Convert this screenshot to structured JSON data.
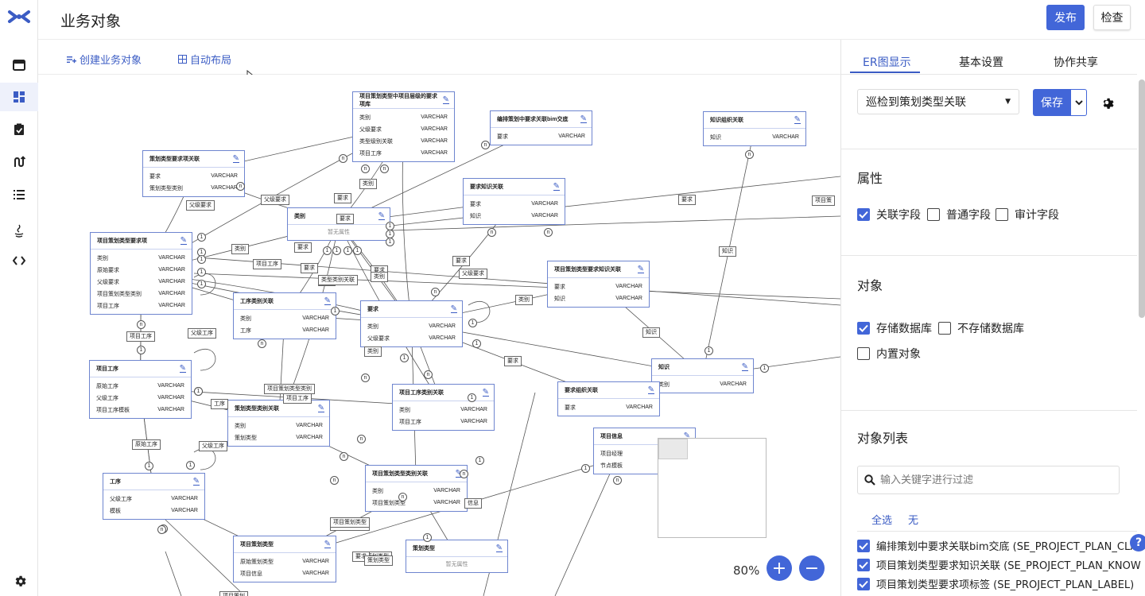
{
  "header": {
    "title": "业务对象",
    "publish_label": "发布",
    "check_label": "检查"
  },
  "toolbar": {
    "create_label": "创建业务对象",
    "layout_label": "自动布局"
  },
  "nav": [
    "table-icon",
    "dashboard-icon",
    "clipboard-check-icon",
    "route-icon",
    "list-icon",
    "java-icon",
    "code-icon",
    "settings-icon"
  ],
  "colors": {
    "accent": "#4266d8",
    "node_border": "#6e85cf"
  },
  "canvas": {
    "zoom": "80%",
    "empty_text": "暂无属性",
    "nodes": [
      {
        "title": "项目策划类型中项目层级的要求项库",
        "fields": [
          [
            "类别",
            "VARCHAR"
          ],
          [
            "父级要求",
            "VARCHAR"
          ],
          [
            "类型级别关联",
            "VARCHAR"
          ],
          [
            "项目工序",
            "VARCHAR"
          ]
        ]
      },
      {
        "title": "编排策划中要求关联bim交底",
        "fields": [
          [
            "要求",
            "VARCHAR"
          ]
        ]
      },
      {
        "title": "知识组织关联",
        "fields": [
          [
            "知识",
            "VARCHAR"
          ]
        ]
      },
      {
        "title": "策划类型要求项关联",
        "fields": [
          [
            "要求",
            "VARCHAR"
          ],
          [
            "策划类型类别",
            "VARCHAR"
          ]
        ]
      },
      {
        "title": "要求知识关联",
        "fields": [
          [
            "要求",
            "VARCHAR"
          ],
          [
            "知识",
            "VARCHAR"
          ]
        ]
      },
      {
        "title": "类别",
        "fields": []
      },
      {
        "title": "项目策划类型要求项",
        "fields": [
          [
            "类别",
            "VARCHAR"
          ],
          [
            "原始要求",
            "VARCHAR"
          ],
          [
            "父级要求",
            "VARCHAR"
          ],
          [
            "项目策划类型类别",
            "VARCHAR"
          ],
          [
            "项目工序",
            "VARCHAR"
          ]
        ]
      },
      {
        "title": "项目策划类型要求知识关联",
        "fields": [
          [
            "要求",
            "VARCHAR"
          ],
          [
            "知识",
            "VARCHAR"
          ]
        ]
      },
      {
        "title": "工序类别关联",
        "fields": [
          [
            "类别",
            "VARCHAR"
          ],
          [
            "工序",
            "VARCHAR"
          ]
        ]
      },
      {
        "title": "要求",
        "fields": [
          [
            "类别",
            "VARCHAR"
          ],
          [
            "父级要求",
            "VARCHAR"
          ]
        ]
      },
      {
        "title": "知识",
        "fields": [
          [
            "类别",
            "VARCHAR"
          ]
        ]
      },
      {
        "title": "项目工序",
        "fields": [
          [
            "原始工序",
            "VARCHAR"
          ],
          [
            "父级工序",
            "VARCHAR"
          ],
          [
            "项目工序模板",
            "VARCHAR"
          ]
        ]
      },
      {
        "title": "要求组织关联",
        "fields": [
          [
            "要求",
            "VARCHAR"
          ]
        ]
      },
      {
        "title": "项目工序类别关联",
        "fields": [
          [
            "类别",
            "VARCHAR"
          ],
          [
            "项目工序",
            "VARCHAR"
          ]
        ]
      },
      {
        "title": "策划类型类别关联",
        "fields": [
          [
            "类别",
            "VARCHAR"
          ],
          [
            "策划类型",
            "VARCHAR"
          ]
        ]
      },
      {
        "title": "项目信息",
        "fields": [
          [
            "项目经理",
            ""
          ],
          [
            "节点模板",
            ""
          ]
        ]
      },
      {
        "title": "项目策划类型类别关联",
        "fields": [
          [
            "类别",
            "VARCHAR"
          ],
          [
            "项目策划类型",
            "VARCHAR"
          ]
        ]
      },
      {
        "title": "工序",
        "fields": [
          [
            "父级工序",
            "VARCHAR"
          ],
          [
            "模板",
            "VARCHAR"
          ]
        ]
      },
      {
        "title": "项目策划类型",
        "fields": [
          [
            "原始策划类型",
            "VARCHAR"
          ],
          [
            "项目信息",
            "VARCHAR"
          ]
        ]
      },
      {
        "title": "策划类型",
        "fields": []
      }
    ],
    "edge_labels": [
      "父级要求",
      "父级要求",
      "要求",
      "类别",
      "要求",
      "要求",
      "要求",
      "项目策",
      "类别",
      "要求",
      "项目工序",
      "类别",
      "类型类别关联",
      "类别",
      "要求",
      "父级要求",
      "类别",
      "要求",
      "项目工序",
      "父级工序",
      "知识",
      "知识",
      "类别",
      "要求",
      "项目策划类型类别",
      "项目工序",
      "工序",
      "原始工序",
      "父级工序",
      "项目策划类型",
      "原始策划类型",
      "项目策划类型",
      "要求",
      "知识",
      "项目策划类型",
      "信息",
      "策划类型",
      "项目策划"
    ]
  },
  "panel": {
    "tabs": [
      "ER图显示",
      "基本设置",
      "协作共享"
    ],
    "relation_select": "巡检到策划类型关联",
    "save_label": "保存",
    "attributes_title": "属性",
    "attr_options": [
      {
        "label": "关联字段",
        "checked": true
      },
      {
        "label": "普通字段",
        "checked": false
      },
      {
        "label": "审计字段",
        "checked": false
      }
    ],
    "objects_title": "对象",
    "obj_options": [
      {
        "label": "存储数据库",
        "checked": true
      },
      {
        "label": "不存储数据库",
        "checked": false
      },
      {
        "label": "内置对象",
        "checked": false
      }
    ],
    "list_title": "对象列表",
    "search_placeholder": "输入关键字进行过滤",
    "select_all": "全选",
    "select_none": "无",
    "items": [
      "编排策划中要求关联bim交底 (SE_PROJECT_PLAN_CLA",
      "项目策划类型要求知识关联 (SE_PROJECT_PLAN_KNOW",
      "项目策划类型要求项标签 (SE_PROJECT_PLAN_LABEL)"
    ]
  }
}
